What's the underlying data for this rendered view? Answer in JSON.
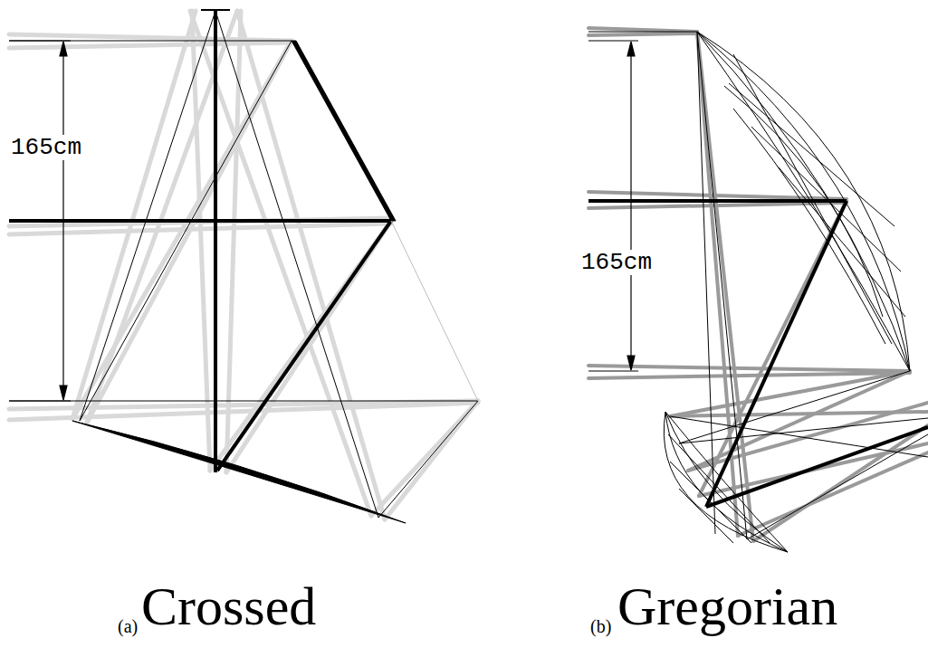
{
  "diagram": {
    "labels": [
      "165cm",
      "165cm",
      "(a)",
      "Crossed",
      "(b)",
      "Gregorian"
    ]
  }
}
